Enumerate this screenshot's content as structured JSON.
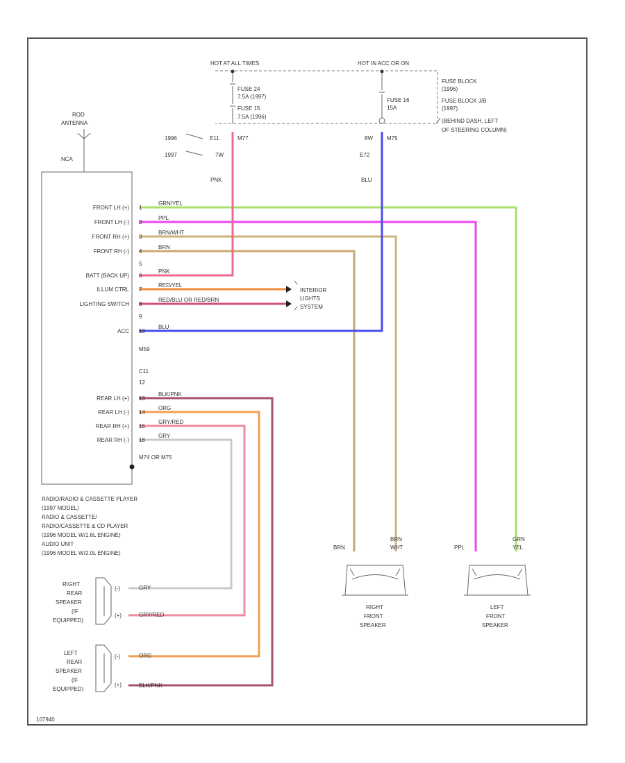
{
  "diagram_id": "107940",
  "antenna": {
    "label": "ROD ANTENNA",
    "wire_label": "NCA"
  },
  "hot_at_all_times": {
    "label": "HOT AT ALL TIMES",
    "fuse_lines": [
      "FUSE 24",
      "7.5A (1997)",
      "FUSE 15",
      "7.5A (1996)"
    ],
    "pin_1996": "E11",
    "pin_1997": "7W",
    "connector": "M77",
    "wire_color": "PNK"
  },
  "hot_in_acc": {
    "label": "HOT IN ACC OR ON",
    "fuse_lines": [
      "FUSE 16",
      "15A"
    ],
    "pin_a": "8W",
    "pin_b": "E72",
    "connector": "M75",
    "wire_color": "BLU"
  },
  "years": {
    "y1996": "1996",
    "y1997": "1997"
  },
  "fuse_block_note": [
    "FUSE BLOCK",
    "(1996)",
    "FUSE BLOCK J/B",
    "(1997)",
    "(BEHIND DASH, LEFT",
    "OF STEERING COLUMN)"
  ],
  "radio": {
    "pins_front": [
      {
        "name": "FRONT LH (+)",
        "pin": "1",
        "wire": "GRN/YEL"
      },
      {
        "name": "FRONT LH (-)",
        "pin": "2",
        "wire": "PPL"
      },
      {
        "name": "FRONT RH (+)",
        "pin": "3",
        "wire": "BRN/WHT"
      },
      {
        "name": "FRONT RH (-)",
        "pin": "4",
        "wire": "BRN"
      },
      {
        "name": "",
        "pin": "5",
        "wire": ""
      }
    ],
    "pins_power": [
      {
        "name": "BATT (BACK UP)",
        "pin": "6",
        "wire": "PNK"
      },
      {
        "name": "ILLUM CTRL",
        "pin": "7",
        "wire": "RED/YEL"
      },
      {
        "name": "LIGHTING SWITCH",
        "pin": "8",
        "wire": "RED/BLU OR RED/BRN"
      },
      {
        "name": "",
        "pin": "9",
        "wire": ""
      },
      {
        "name": "ACC",
        "pin": "10",
        "wire": "BLU"
      }
    ],
    "connector_a": "M59",
    "pin_c11": "C11",
    "pin_12": "12",
    "pins_rear": [
      {
        "name": "REAR LH (+)",
        "pin": "13",
        "wire": "BLK/PNK"
      },
      {
        "name": "REAR LH (-)",
        "pin": "14",
        "wire": "ORG"
      },
      {
        "name": "REAR RH (+)",
        "pin": "15",
        "wire": "GRY/RED"
      },
      {
        "name": "REAR RH (-)",
        "pin": "16",
        "wire": "GRY"
      }
    ],
    "ground_label": "M74 OR M75",
    "description": [
      "RADIO/RADIO & CASSETTE PLAYER",
      "(1997 MODEL)",
      "RADIO & CASSETTE/",
      "RADIO/CASSETTE & CD PLAYER",
      "(1996 MODEL W/1.6L ENGINE)",
      "AUDIO UNIT",
      "(1996 MODEL W/2.0L ENGINE)"
    ]
  },
  "interior_lights": [
    "INTERIOR",
    "LIGHTS",
    "SYSTEM"
  ],
  "right_rear_speaker": {
    "label": [
      "RIGHT",
      "REAR",
      "SPEAKER",
      "(IF",
      "EQUIPPED)"
    ],
    "pins": [
      {
        "pin": "(-)",
        "wire": "GRY"
      },
      {
        "pin": "(+)",
        "wire": "GRY/RED"
      }
    ]
  },
  "left_rear_speaker": {
    "label": [
      "LEFT",
      "REAR",
      "SPEAKER",
      "(IF",
      "EQUIPPED)"
    ],
    "pins": [
      {
        "pin": "(-)",
        "wire": "ORG"
      },
      {
        "pin": "(+)",
        "wire": "BLK/PNK"
      }
    ]
  },
  "right_front_speaker": {
    "label": [
      "RIGHT",
      "FRONT",
      "SPEAKER"
    ],
    "wire_left": "BRN",
    "wire_right": [
      "BRN",
      "WHT"
    ]
  },
  "left_front_speaker": {
    "label": [
      "LEFT",
      "FRONT",
      "SPEAKER"
    ],
    "wire_left": "PPL",
    "wire_right": [
      "GRN",
      "YEL"
    ]
  },
  "colors": {
    "grn_yel": "#a6e26a",
    "ppl": "#ee44ee",
    "brn_wht": "#cdb27a",
    "brn": "#c9a86e",
    "pnk": "#f06a8e",
    "red_yel": "#f08a3c",
    "red_blu": "#cc4f7c",
    "blu": "#4a4af0",
    "blk_pnk": "#a6526a",
    "org": "#f0a050",
    "gry_red": "#f08aa0",
    "gry": "#c9c9c9"
  }
}
